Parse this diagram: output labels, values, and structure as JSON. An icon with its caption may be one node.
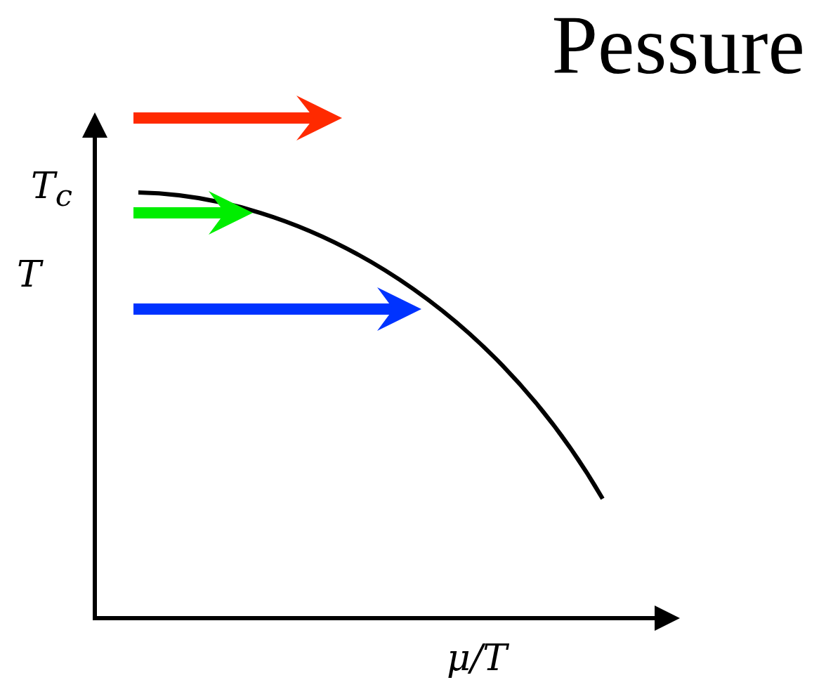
{
  "diagram": {
    "title": "Pessure",
    "labels": [
      "T$_{c}$",
      "T",
      "μ/T"
    ]
  }
}
